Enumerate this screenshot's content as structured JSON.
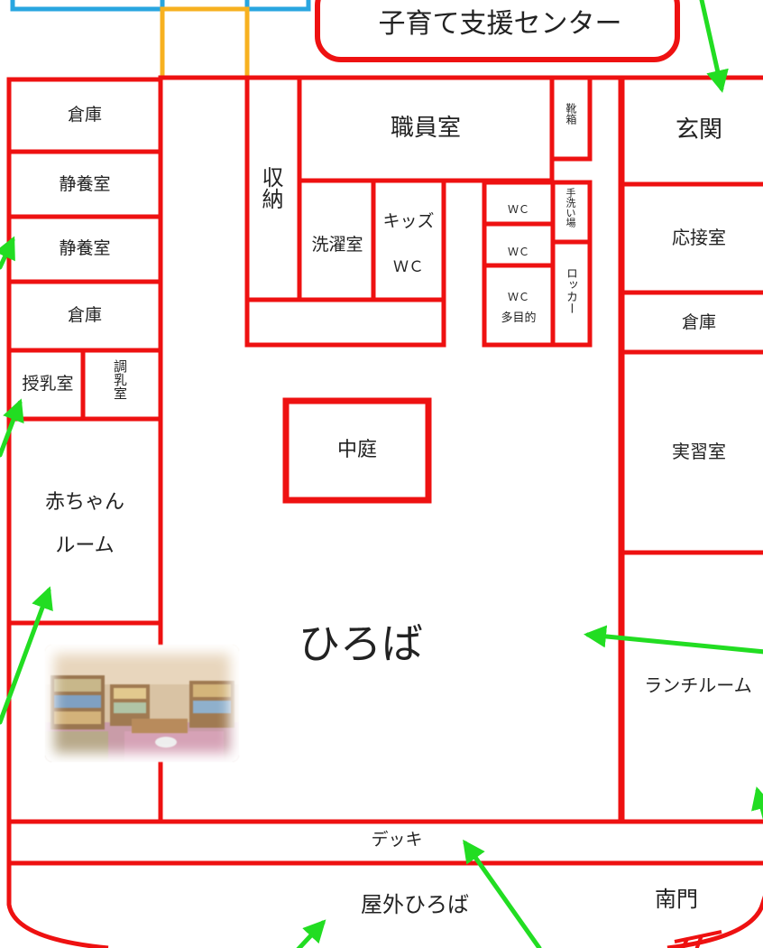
{
  "colors": {
    "wall": "#ee1111",
    "annex_blue": "#29a6e0",
    "annex_orange": "#f7b120",
    "arrow": "#22dd22"
  },
  "labels": {
    "center": "子育て支援センター",
    "souko": "倉庫",
    "seiyou": "静養室",
    "junyu": "授乳室",
    "chounyu": "調乳室",
    "akachan_1": "赤ちゃん",
    "akachan_2": "ルーム",
    "shuno": "収納",
    "shokuin": "職員室",
    "kutsubako": "靴箱",
    "sentaku": "洗濯室",
    "kids_1": "キッズ",
    "kids_2": "ＷＣ",
    "wc": "ＷＣ",
    "tearai": "手洗い場",
    "locker": "ロッカー",
    "wc_multi": "多目的",
    "genkan": "玄関",
    "ousetsu": "応接室",
    "jisshu": "実習室",
    "nakaniwa": "中庭",
    "hiroba": "ひろば",
    "lunch": "ランチルーム",
    "deck": "デッキ",
    "okugai": "屋外ひろば",
    "minamimon": "南門"
  },
  "icons": {
    "photo": "playroom-photo",
    "arrows": "green-arrow-icon"
  }
}
